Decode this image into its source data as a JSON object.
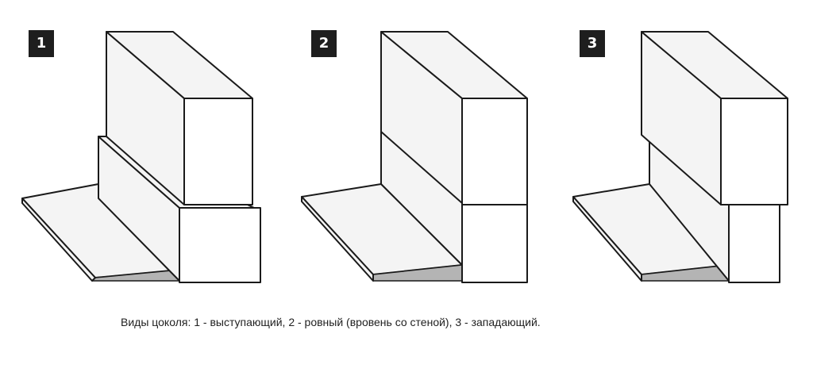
{
  "badges": [
    "1",
    "2",
    "3"
  ],
  "caption": "Виды цоколя: 1 - выступающий, 2 - ровный (вровень со стеной), 3 - западающий."
}
